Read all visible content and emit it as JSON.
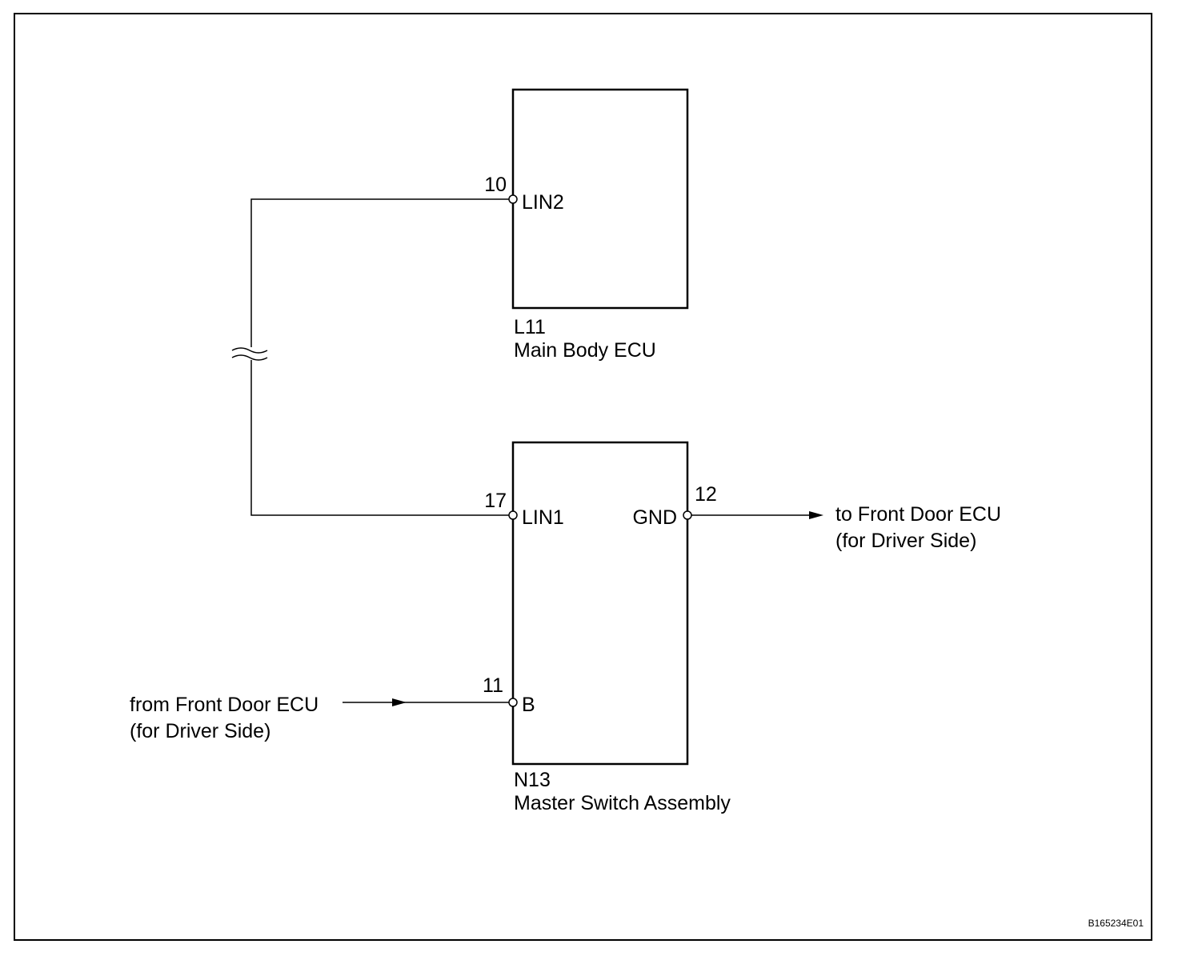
{
  "components": {
    "main_body_ecu": {
      "code": "L11",
      "name": "Main Body ECU"
    },
    "master_switch": {
      "code": "N13",
      "name": "Master Switch Assembly"
    }
  },
  "pins": {
    "lin2": {
      "number": "10",
      "label": "LIN2"
    },
    "lin1": {
      "number": "17",
      "label": "LIN1"
    },
    "gnd": {
      "number": "12",
      "label": "GND"
    },
    "b": {
      "number": "11",
      "label": "B"
    }
  },
  "connections": {
    "to_front_door": {
      "line1": "to Front Door ECU",
      "line2": "(for Driver Side)"
    },
    "from_front_door": {
      "line1": "from Front Door ECU",
      "line2": "(for Driver Side)"
    }
  },
  "figure_code": "B165234E01"
}
